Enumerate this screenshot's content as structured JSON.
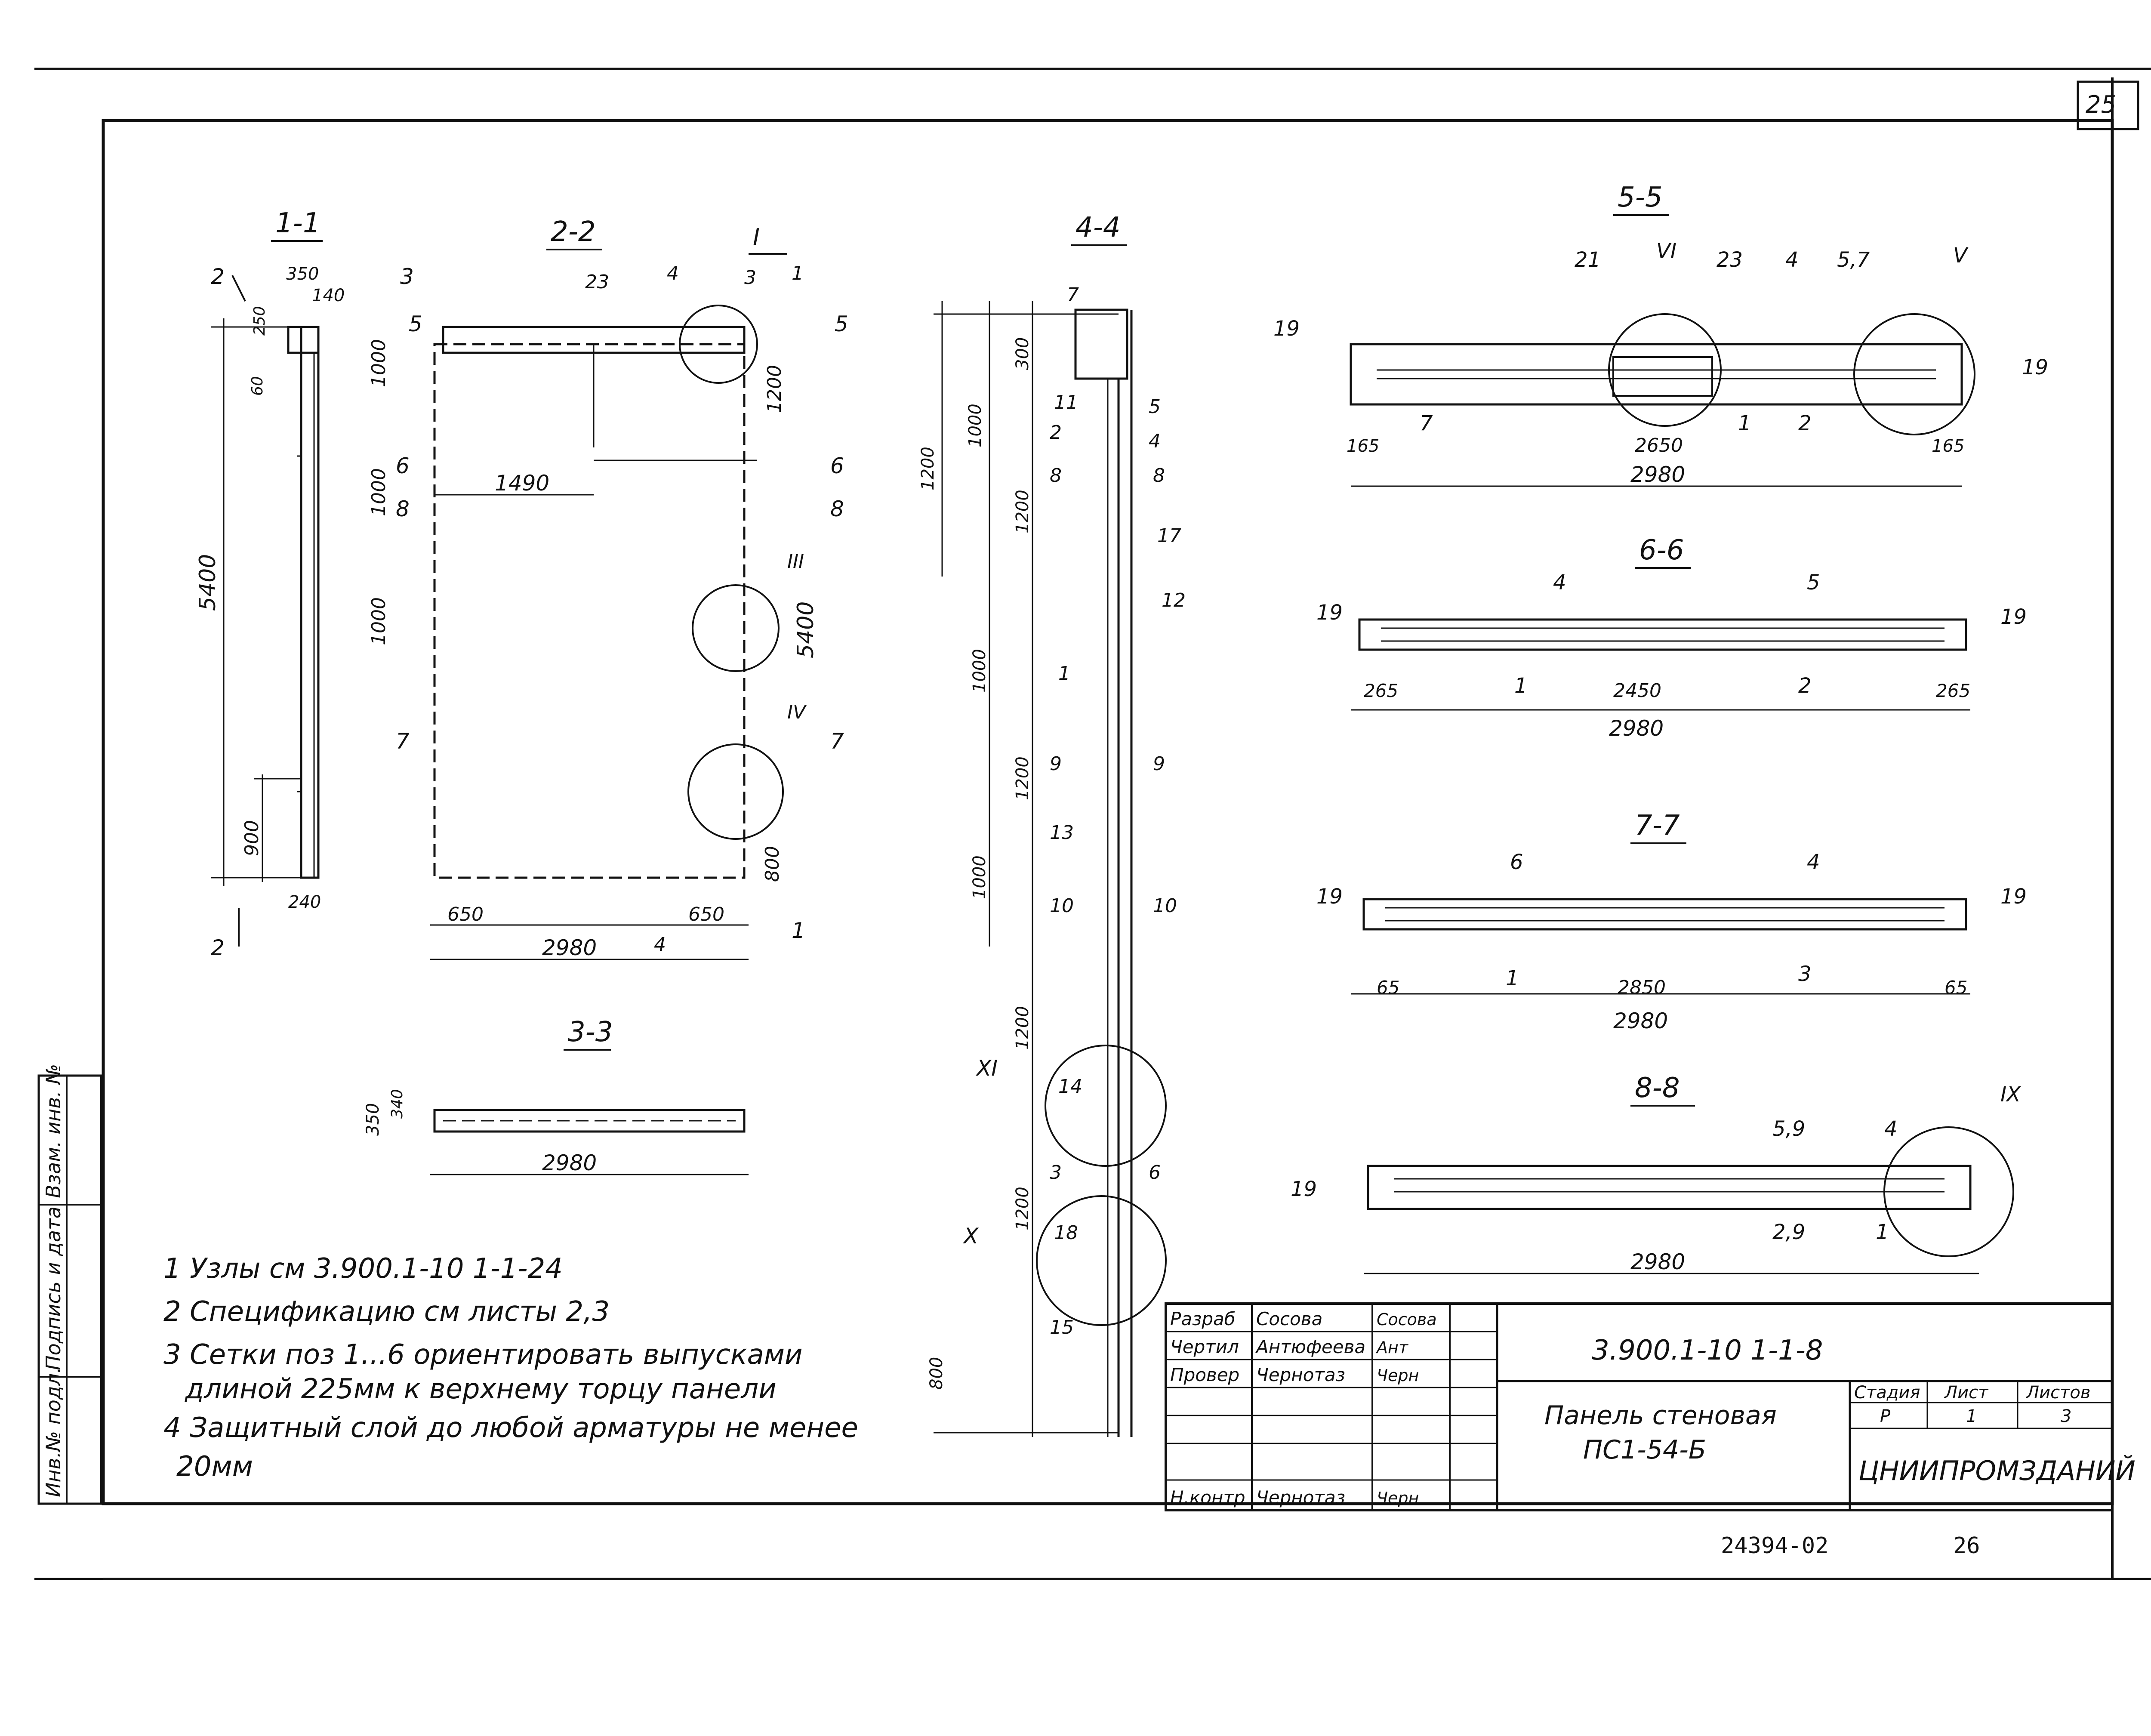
{
  "sheet": {
    "corner_number": "25",
    "footer_code": "24394-02",
    "footer_page": "26"
  },
  "sections": {
    "s11": {
      "title": "1-1",
      "dims": [
        "2",
        "350",
        "140",
        "250",
        "60",
        "5400",
        "900",
        "240",
        "2"
      ]
    },
    "s22": {
      "title": "2-2",
      "dims": [
        "3",
        "23",
        "4",
        "3",
        "1",
        "5",
        "5",
        "1000",
        "1000",
        "1000",
        "1490",
        "1200",
        "6",
        "8",
        "6",
        "8",
        "5400",
        "7",
        "7",
        "800",
        "650",
        "650",
        "2980",
        "4",
        "1"
      ],
      "callouts": [
        "I",
        "III",
        "IV"
      ]
    },
    "s33": {
      "title": "3-3",
      "dims": [
        "350",
        "340",
        "2980"
      ]
    },
    "s44": {
      "title": "4-4",
      "dims": [
        "7",
        "300",
        "1000",
        "1200",
        "1200",
        "11",
        "5",
        "2",
        "4",
        "8",
        "8",
        "17",
        "12",
        "1",
        "1000",
        "1200",
        "9",
        "9",
        "1000",
        "13",
        "10",
        "10",
        "1200",
        "14",
        "3",
        "6",
        "1200",
        "18",
        "15",
        "800"
      ],
      "callouts": [
        "XI",
        "X"
      ]
    },
    "s55": {
      "title": "5-5",
      "dims": [
        "21",
        "VI",
        "23",
        "4",
        "5,7",
        "V",
        "19",
        "19",
        "7",
        "1",
        "2",
        "165",
        "2650",
        "165",
        "2980"
      ]
    },
    "s66": {
      "title": "6-6",
      "dims": [
        "4",
        "5",
        "19",
        "19",
        "1",
        "2",
        "265",
        "2450",
        "265",
        "2980"
      ]
    },
    "s77": {
      "title": "7-7",
      "dims": [
        "6",
        "4",
        "19",
        "19",
        "1",
        "3",
        "65",
        "2850",
        "65",
        "2980"
      ]
    },
    "s88": {
      "title": "8-8",
      "dims": [
        "5,9",
        "4",
        "IX",
        "19",
        "2,9",
        "1",
        "2980"
      ]
    }
  },
  "notes": [
    "1 Узлы  см  3.900.1-10 1-1-24",
    "2 Спецификацию   см  листы  2,3",
    "3 Сетки поз 1...6 ориентировать выпусками",
    "длиной 225мм к верхнему торцу панели",
    "4 Защитный  слой  до любой арматуры не менее",
    "20мм"
  ],
  "side_stamp": [
    "Инв.№ подл.",
    "Подпись и дата",
    "Взам. инв. №"
  ],
  "title_block": {
    "code": "3.900.1-10 1-1-8",
    "name_line1": "Панель  стеновая",
    "name_line2": "ПС1-54-Б",
    "org": "ЦНИИПРОМЗДАНИЙ",
    "stage_header": "Стадия",
    "sheet_header": "Лист",
    "sheets_header": "Листов",
    "stage": "Р",
    "sheet": "1",
    "sheets": "3",
    "rows": [
      {
        "role": "Разраб",
        "name": "Сосова",
        "sign": "Сосова"
      },
      {
        "role": "Чертил",
        "name": "Антюфеева",
        "sign": "Ант"
      },
      {
        "role": "Провер",
        "name": "Чернотаз",
        "sign": "Черн"
      },
      {
        "role": "",
        "name": "",
        "sign": ""
      },
      {
        "role": "",
        "name": "",
        "sign": ""
      },
      {
        "role": "",
        "name": "",
        "sign": ""
      },
      {
        "role": "Н.контр",
        "name": "Чернотаз",
        "sign": "Черн"
      }
    ]
  }
}
